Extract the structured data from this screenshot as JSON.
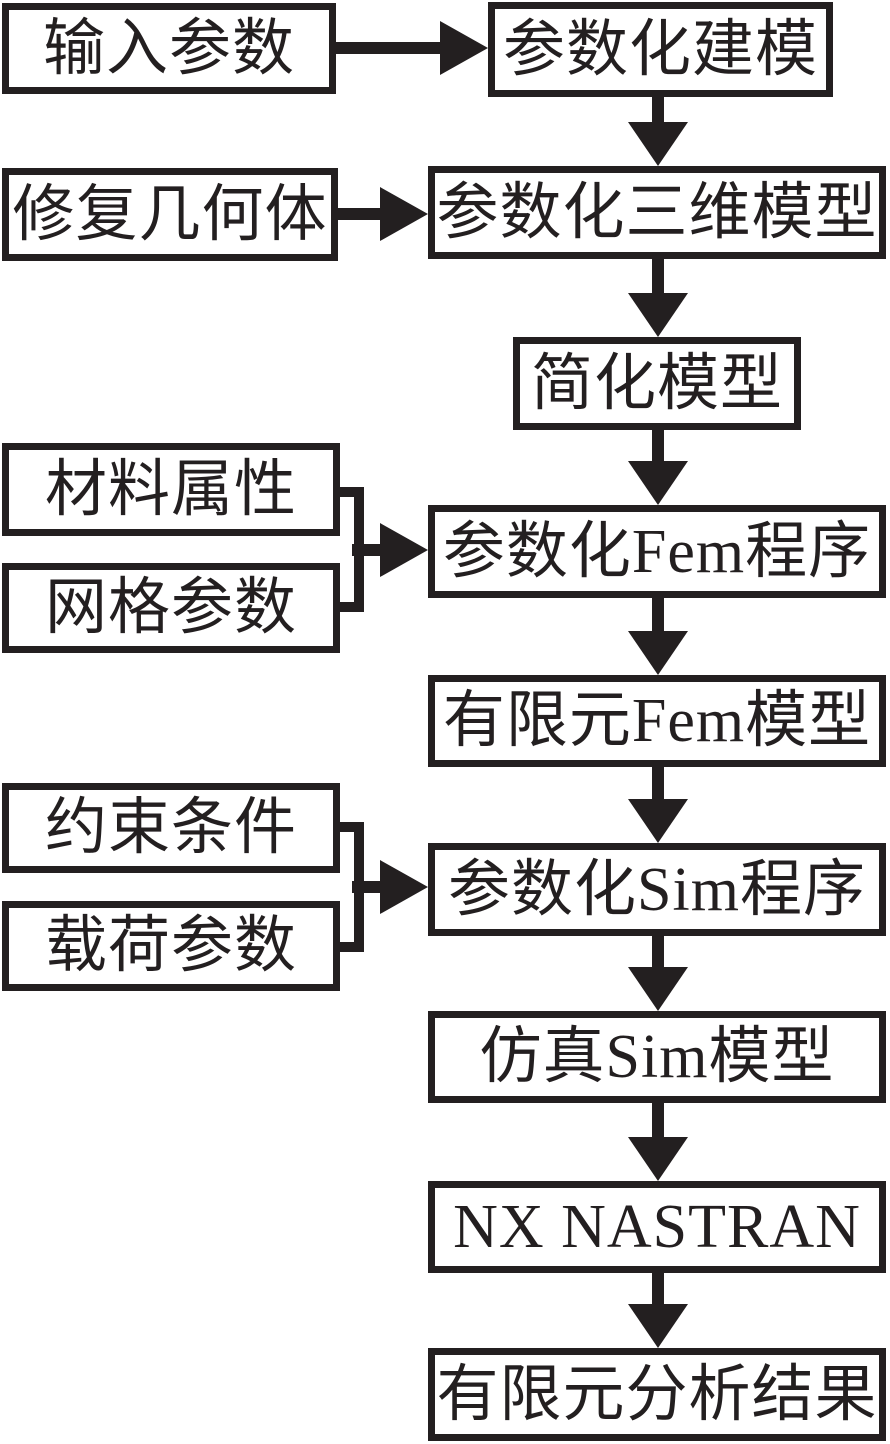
{
  "diagram": {
    "type": "flowchart",
    "nodes": {
      "input_params": {
        "label": "输入参数"
      },
      "param_modeling": {
        "label": "参数化建模"
      },
      "repair_geometry": {
        "label": "修复几何体"
      },
      "param_3d_model": {
        "label": "参数化三维模型"
      },
      "simplified_model": {
        "label": "简化模型"
      },
      "material_props": {
        "label": "材料属性"
      },
      "mesh_params": {
        "label": "网格参数"
      },
      "param_fem_program": {
        "label": "参数化Fem程序"
      },
      "fem_model": {
        "label": "有限元Fem模型"
      },
      "constraints": {
        "label": "约束条件"
      },
      "load_params": {
        "label": "载荷参数"
      },
      "param_sim_program": {
        "label": "参数化Sim程序"
      },
      "sim_model": {
        "label": "仿真Sim模型"
      },
      "nx_nastran": {
        "label": "NX NASTRAN"
      },
      "fem_results": {
        "label": "有限元分析结果"
      }
    },
    "edges": [
      {
        "from": "input_params",
        "to": "param_modeling"
      },
      {
        "from": "param_modeling",
        "to": "param_3d_model"
      },
      {
        "from": "repair_geometry",
        "to": "param_3d_model"
      },
      {
        "from": "param_3d_model",
        "to": "simplified_model"
      },
      {
        "from": "simplified_model",
        "to": "param_fem_program"
      },
      {
        "from": "material_props",
        "to": "param_fem_program",
        "via": "bracket"
      },
      {
        "from": "mesh_params",
        "to": "param_fem_program",
        "via": "bracket"
      },
      {
        "from": "param_fem_program",
        "to": "fem_model"
      },
      {
        "from": "fem_model",
        "to": "param_sim_program"
      },
      {
        "from": "constraints",
        "to": "param_sim_program",
        "via": "bracket"
      },
      {
        "from": "load_params",
        "to": "param_sim_program",
        "via": "bracket"
      },
      {
        "from": "param_sim_program",
        "to": "sim_model"
      },
      {
        "from": "sim_model",
        "to": "nx_nastran"
      },
      {
        "from": "nx_nastran",
        "to": "fem_results"
      }
    ],
    "colors": {
      "line": "#231f20",
      "node_fill": "#ffffff",
      "background": "#ffffff"
    }
  }
}
